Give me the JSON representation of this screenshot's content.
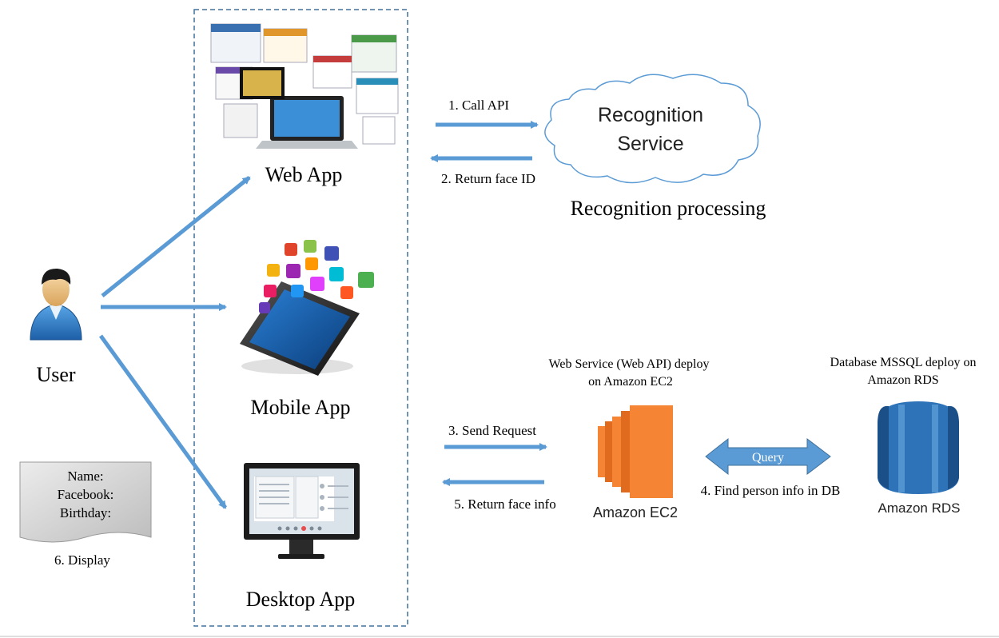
{
  "colors": {
    "arrow_blue": "#5b9bd5",
    "dashed_border": "#41719c",
    "ec2_orange": "#f58534",
    "rds_blue": "#2e73b8"
  },
  "user": {
    "label": "User",
    "icon": "user-person-icon"
  },
  "apps": {
    "web": "Web App",
    "mobile": "Mobile App",
    "desktop": "Desktop App"
  },
  "recognition": {
    "cloud_line1": "Recognition",
    "cloud_line2": "Service",
    "caption": "Recognition processing",
    "call_api": "1. Call API",
    "return_face_id": "2. Return face ID"
  },
  "backend": {
    "webservice_line1": "Web Service (Web API) deploy",
    "webservice_line2": "on Amazon EC2",
    "database_line1": "Database MSSQL deploy on",
    "database_line2": "Amazon RDS",
    "send_request": "3. Send Request",
    "return_face_info": "5. Return face info",
    "query": "Query",
    "find_person": "4. Find person info in DB",
    "ec2_label": "Amazon EC2",
    "rds_label": "Amazon RDS"
  },
  "display_card": {
    "line1": "Name:",
    "line2": "Facebook:",
    "line3": "Birthday:",
    "caption": "6. Display"
  }
}
